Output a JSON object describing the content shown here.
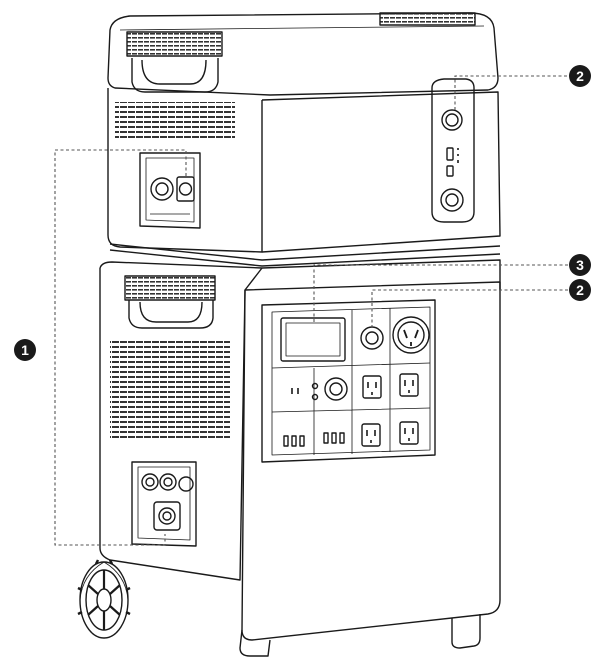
{
  "callouts": [
    {
      "id": "1",
      "label": "1"
    },
    {
      "id": "2a",
      "label": "2"
    },
    {
      "id": "3",
      "label": "3"
    },
    {
      "id": "2b",
      "label": "2"
    }
  ],
  "colors": {
    "line": "#1a1a1a",
    "badge": "#1a1a1a",
    "badge_text": "#ffffff",
    "vent": "#333333",
    "leader": "#555555"
  }
}
